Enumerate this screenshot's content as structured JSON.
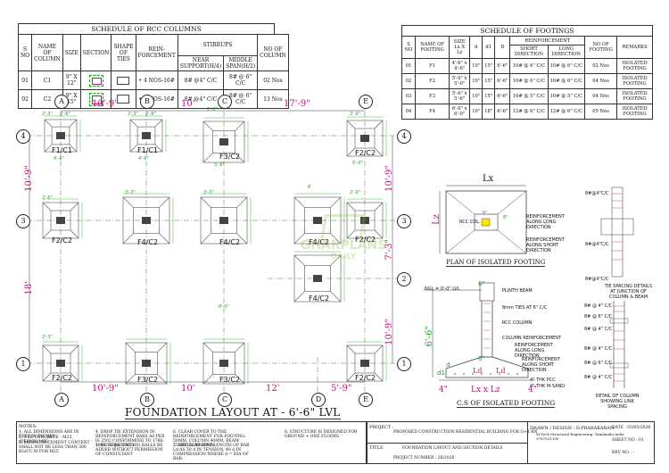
{
  "rcc_schedule": {
    "title": "SCHEDULE OF RCC COLUMNS",
    "headers": [
      "S NO",
      "NAME OF COLUMN",
      "SIZE",
      "SECTION",
      "SHAPE OF TIES",
      "REIN-FORCEMENT",
      "STIRRUPS",
      "NO OF COLUMN"
    ],
    "stirrup_sub": [
      "NEAR SUPPORT(H/4)",
      "MIDDLE SPAN(H/2)"
    ],
    "rows": [
      {
        "sno": "01",
        "name": "C1",
        "size": "9\" X 12\"",
        "reinf": "• 4 NOS-16#",
        "near": "8# @4\" C/C",
        "mid": "8# @ 6\" C/C",
        "no": "02 Nos"
      },
      {
        "sno": "02",
        "name": "C2",
        "size": "9\" X 15\"",
        "reinf": "• 6 NOS-16#",
        "near": "8# @4\" C/C",
        "mid": "8# @ 6\" C/C",
        "no": "13 Nos"
      }
    ]
  },
  "footing_schedule": {
    "title": "SCHEDULE OF FOOTINGS",
    "headers": [
      "S NO",
      "NAME OF FOOTING",
      "SIZE Lx X Lz",
      "d",
      "d1",
      "D",
      "REINFORCEMENT",
      "NO OF FOOTING",
      "REMARKS"
    ],
    "reinf_sub": [
      "SHORT DIRECTION",
      "LONG DIRECTION"
    ],
    "rows": [
      {
        "sno": "01",
        "name": "F1",
        "size": "4'-6\" x 4'-6\"",
        "d": "10\"",
        "d1": "15\"",
        "D": "6'-6\"",
        "short": "10# @ 6\" C/C",
        "long": "10# @ 6\" C/C",
        "no": "02 Nos",
        "rem": "ISOLATED FOOTING"
      },
      {
        "sno": "02",
        "name": "F2",
        "size": "5'-0\" x 5'-0\"",
        "d": "10\"",
        "d1": "15\"",
        "D": "6'-6\"",
        "short": "10# @ 6\" C/C",
        "long": "10# @ 6\" C/C",
        "no": "04 Nos",
        "rem": "ISOLATED FOOTING"
      },
      {
        "sno": "03",
        "name": "F3",
        "size": "5'-6\" x 5'-6\"",
        "d": "10\"",
        "d1": "15\"",
        "D": "6'-6\"",
        "short": "10# @ 5\" C/C",
        "long": "10# @ 5\" C/C",
        "no": "04 Nos",
        "rem": "ISOLATED FOOTING"
      },
      {
        "sno": "04",
        "name": "F4",
        "size": "6'-0\" x 6'-0\"",
        "d": "10\"",
        "d1": "18\"",
        "D": "6'-6\"",
        "short": "12# @ 6\" C/C",
        "long": "12# @ 6\" C/C",
        "no": "05 Nos",
        "rem": "ISOLATED FOOTING"
      }
    ]
  },
  "layout": {
    "title": "FOUNDATION LAYOUT AT - 6'-6\" LVL",
    "grid_cols": [
      "A",
      "B",
      "C",
      "D",
      "E"
    ],
    "grid_rows": [
      "4",
      "3",
      "2",
      "1"
    ],
    "top_dims": [
      "10'-9\"",
      "10'",
      "17'-9\""
    ],
    "bottom_dims": [
      "10'-9\"",
      "10'",
      "12'",
      "5'-9\""
    ],
    "left_dims": [
      "10'-9\"",
      "18'"
    ],
    "right_dims": [
      "10'-9\"",
      "7'-3\"",
      "10'-9\""
    ],
    "footings": [
      "F1/C1",
      "F1/C1",
      "F3/C2",
      "F2/C2",
      "F2/C2",
      "F4/C2",
      "F4/C2",
      "F4/C2",
      "F2/C2",
      "F4/C2",
      "F2/C2",
      "F3/C2",
      "F3/C2",
      "F2/C2"
    ],
    "small_dims": [
      "2'-3\"",
      "2'-6\"",
      "2'-3\"",
      "2'-6\"",
      "2'-6\"",
      "2'-9\"",
      "2'-6\"",
      "3'-3\"",
      "2'-9\"",
      "3'-3\"",
      "2'-3\"",
      "4'-6\"",
      "4'-6\"",
      "5'-6\"",
      "5'-0\"",
      "6'",
      "6'-0\""
    ]
  },
  "plan_iso": {
    "title": "PLAN OF ISOLATED FOOTING",
    "lx": "Lx",
    "lz": "Lz",
    "rcc_col": "RCC COL.",
    "dims": [
      "6\"",
      "6\""
    ],
    "notes": [
      "REINFORCEMENT ALONG LONG DIRECTION",
      "REINFORCEMENT ALONG SHORT DIRECTION"
    ]
  },
  "section_iso": {
    "title": "C.S OF ISOLATED FOOTING",
    "ngl": "NGL = 0'-0\" LVL",
    "depth": "6'-6\"",
    "labels": [
      "PLINTH BEAM",
      "8mm TIES AT 6\" C/C",
      "RCC COLUMN",
      "COLUMN REINFORCEMENT",
      "REINFORCEMENT ALONG LONG DIRECTION",
      "REINFORCEMENT ALONG SHORT DIRECTION",
      "4\" THK PCC",
      "4\" THK M-SAND"
    ],
    "bottom": [
      "4\"",
      "Lx x Lz",
      "4\""
    ],
    "ld": [
      "Ld",
      "Ld"
    ],
    "d_labels": [
      "d1",
      "d"
    ],
    "d_dims": [
      "6\"",
      "6\""
    ]
  },
  "tie_detail": {
    "title": "TIE SPACING DETAILS AT JUNCTION OF COLUMN & BEAM",
    "spacings": [
      "8#@4\"C/C",
      "8#@4\"C/C",
      "8#@4\"C/C"
    ]
  },
  "column_detail": {
    "title": "DETAIL OF COLUMN SHOWING LINK SPACING",
    "spacings": [
      "8# @ 4\" C/C",
      "8# @ 6\" C/C",
      "8# @ 4\" C/C",
      "8# @ 4\" C/C",
      "8# @ 6\" C/C",
      "8# @ 4\" C/C"
    ]
  },
  "notes": {
    "heading": "NOTES:",
    "items": [
      "1. ALL DIMENSIONS ARE IN FEET IN INCHES",
      "2. USE CONCRETE - M25 (DESIGN MIX)",
      "3. MINIMUM CEMENT CONTENT SHALL NOT BE LESS THAN 300 KG/CU.M FOR M25",
      "4. DROP TIE EXTENSION IN REINFORCEMENT BARS AS PER IS 2502 CONFORMING TO 1786-1985 TO BE USED.",
      "5. NO ADJACENT BIG BALLS BE ADDED WITHOUT PERMISSION OF CONSULTANT",
      "6. CLEAR COVER TO THE REINFORCEMENT FOR FOOTING: 50MM, COLUMN 40MM, BEAM 25MM, SLAB 20MM",
      "7. DEVELOPMENT LENGTH OF BAR Ld AS 50 d IN TENSION, 40 d IN COMPRESSION WHERE d = DIA OF BAR.",
      "8. STRUCTURE IS DESIGNED FOR GROUND + ONE FLOORS"
    ]
  },
  "titleblock": {
    "project_label": "PROJECT :",
    "project": "PROPOSED CONSTRUCTION RESIDENTIAL BUILDING FOR G+1 RN",
    "title_label": "TITLE",
    "title": "FOUNDATION LAYOUT AND SECTION DETAILS",
    "project_number": "PROJECT NUMBER : 26/2026",
    "drawn": "DRAWN / DESIGN : D.PRABAKARAN",
    "drawn_sub": "M.Tech Structural Engineering, Tamilnadu,India",
    "phone": "9787921390",
    "date": "DATE : 03/05/2026",
    "sheet": "SHEET NO : 01",
    "rev": "REV NO : -"
  },
  "watermark": {
    "line1": "GHARPLANS",
    "line2": "DAILY"
  },
  "colors": {
    "dim": "#c0137d",
    "green": "#1aa51a",
    "footing_line": "#555555"
  }
}
